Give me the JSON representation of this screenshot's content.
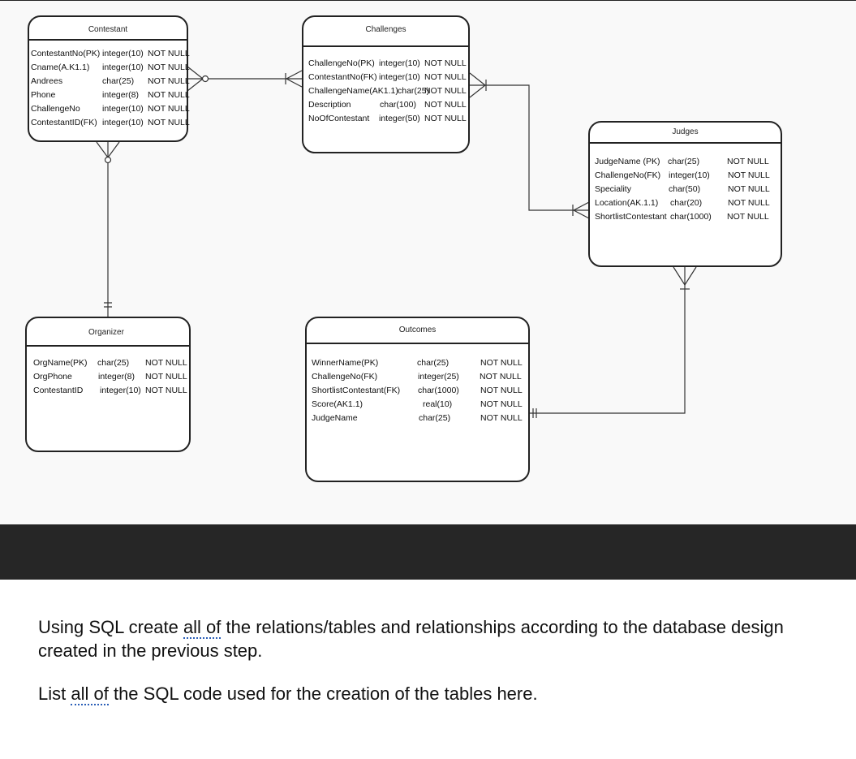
{
  "entities": {
    "contestant": {
      "title": "Contestant",
      "rows": [
        {
          "name": "ContestantNo(PK)",
          "type": "integer(10)",
          "null": "NOT NULL"
        },
        {
          "name": "Cname(A.K1.1)",
          "type": "integer(10)",
          "null": "NOT NULL"
        },
        {
          "name": "Andrees",
          "type": "char(25)",
          "null": "NOT NULL"
        },
        {
          "name": "Phone",
          "type": "integer(8)",
          "null": "NOT NULL"
        },
        {
          "name": "ChallengeNo",
          "type": "integer(10)",
          "null": "NOT NULL"
        },
        {
          "name": "ContestantID(FK)",
          "type": "integer(10)",
          "null": "NOT NULL"
        }
      ]
    },
    "challenges": {
      "title": "Challenges",
      "rows": [
        {
          "name": "ChallengeNo(PK)",
          "type": "integer(10)",
          "null": "NOT NULL"
        },
        {
          "name": "ContestantNo(FK)",
          "type": "integer(10)",
          "null": "NOT NULL"
        },
        {
          "name": "ChallengeName(AK1.1)",
          "type": "char(25)",
          "null": "NOT NULL"
        },
        {
          "name": "Description",
          "type": "char(100)",
          "null": "NOT NULL"
        },
        {
          "name": "NoOfContestant",
          "type": "integer(50)",
          "null": "NOT NULL"
        }
      ]
    },
    "judges": {
      "title": "Judges",
      "rows": [
        {
          "name": "JudgeName (PK)",
          "type": "char(25)",
          "null": "NOT NULL"
        },
        {
          "name": "ChallengeNo(FK)",
          "type": "integer(10)",
          "null": "NOT NULL"
        },
        {
          "name": "Speciality",
          "type": "char(50)",
          "null": "NOT NULL"
        },
        {
          "name": "Location(AK.1.1)",
          "type": "char(20)",
          "null": "NOT NULL"
        },
        {
          "name": "ShortlistContestant",
          "type": "char(1000)",
          "null": "NOT NULL"
        }
      ]
    },
    "organizer": {
      "title": "Organizer",
      "rows": [
        {
          "name": "OrgName(PK)",
          "type": "char(25)",
          "null": "NOT NULL"
        },
        {
          "name": "OrgPhone",
          "type": "integer(8)",
          "null": "NOT NULL"
        },
        {
          "name": "ContestantID",
          "type": "integer(10)",
          "null": "NOT NULL"
        }
      ]
    },
    "outcomes": {
      "title": "Outcomes",
      "rows": [
        {
          "name": "WinnerName(PK)",
          "type": "char(25)",
          "null": "NOT NULL"
        },
        {
          "name": "ChallengeNo(FK)",
          "type": "integer(25)",
          "null": "NOT NULL"
        },
        {
          "name": "ShortlistContestant(FK)",
          "type": "char(1000)",
          "null": "NOT NULL"
        },
        {
          "name": "Score(AK1.1)",
          "type": "real(10)",
          "null": "NOT NULL"
        },
        {
          "name": "JudgeName",
          "type": "char(25)",
          "null": "NOT NULL"
        }
      ]
    }
  },
  "instructions": {
    "p1_pre": "Using SQL create ",
    "p1_link": "all of",
    "p1_post": " the relations/tables and relationships according to the database design created in the previous step.",
    "p2_pre": "List ",
    "p2_link": "all of",
    "p2_post": " the SQL code used for the creation of the tables here."
  }
}
